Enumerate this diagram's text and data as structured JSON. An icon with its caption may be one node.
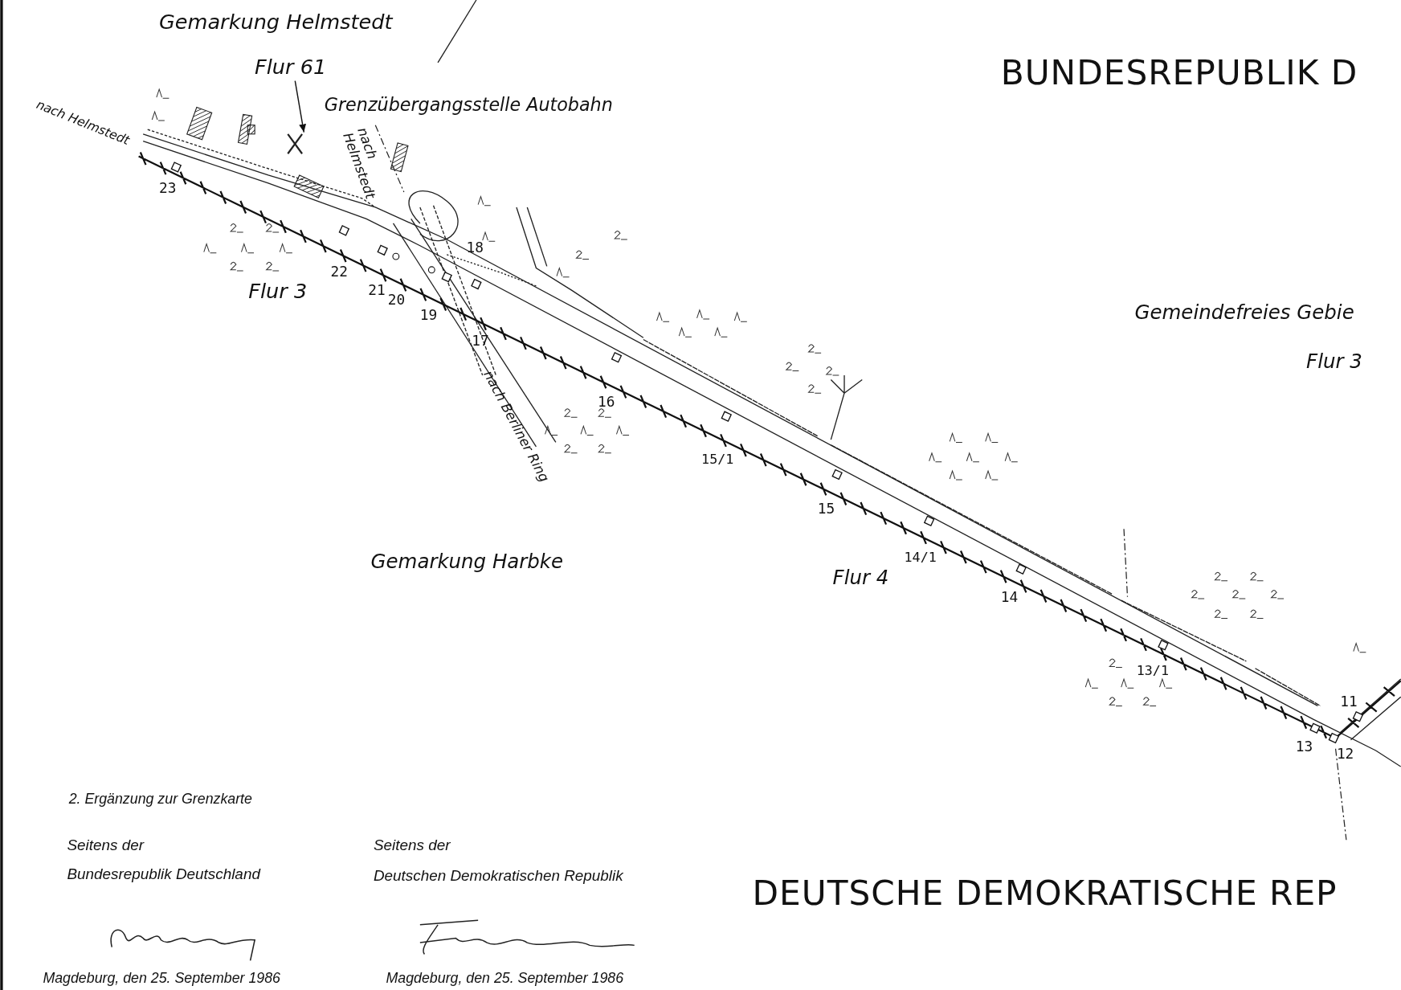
{
  "diagram": {
    "nodes": [
      {
        "text": [
          "Flur 61"
        ]
      },
      {
        "text": [],
        "shape": "picture"
      }
    ],
    "edges": [
      {
        "from": 0,
        "to": 1,
        "arrow": "to"
      }
    ],
    "labels": [
      "Gemarkung Helmstedt",
      "BUNDESREPUBLIK D",
      "Grenzübergangsstelle Autobahn",
      "nach Helmstedt",
      "nach Helmstedt",
      "23",
      "22",
      "21",
      "20",
      "19",
      "18",
      "17",
      "Flur 3",
      "16",
      "Gemeindefreies Gebie",
      "Flur 3",
      "nach Berliner Ring",
      "15/1",
      "15",
      "14/1",
      "Gemarkung Harbke",
      "Flur 4",
      "14",
      "13/1",
      "11",
      "13",
      "12",
      "2. Ergänzung zur Grenzkarte",
      "Seitens der",
      "Bundesrepublik Deutschland",
      "Seitens der",
      "Deutschen Demokratischen Republik",
      "DEUTSCHE DEMOKRATISCHE REP",
      "Magdeburg, den 25. September 1986",
      "Magdeburg, den 25. September 1986"
    ]
  }
}
